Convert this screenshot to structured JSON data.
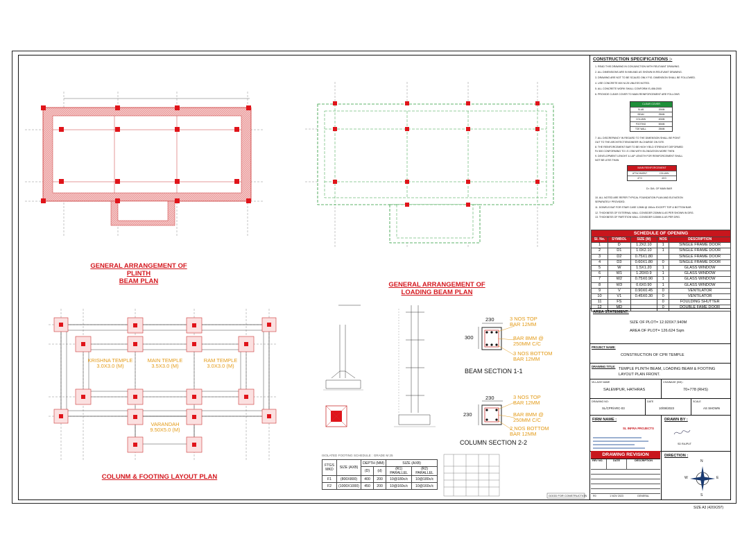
{
  "titles": {
    "plinth": [
      "GENERAL ARRANGEMENT OF PLINTH",
      "BEAM PLAN"
    ],
    "loading": [
      "GENERAL ARRANGEMENT OF",
      "LOADING BEAM PLAN"
    ],
    "footing": "COLUNM & FOOTING LAYOUT PLAN",
    "beam_section": "BEAM SECTION 1-1",
    "column_section": "COLUMN SECTION 2-2"
  },
  "footing_plan": {
    "rooms": [
      {
        "name": "KRISHNA TEMPLE",
        "size": "3.0X3.0 (M)"
      },
      {
        "name": "MAIN TEMPLE",
        "size": "3.5X3.0 (M)"
      },
      {
        "name": "RAM TEMPLE",
        "size": "3.0X3.0 (M)"
      },
      {
        "name": "VARANDAH",
        "size": "9.50X5.0 (M)"
      }
    ]
  },
  "beam_section": {
    "width": "230",
    "depth": "300",
    "top": [
      "3 NOS TOP",
      "BAR 12MM"
    ],
    "stirrup": [
      "BAR 8MM @",
      "250MM C/C"
    ],
    "bottom": [
      "3 NOS BOTTOM",
      "BAR 12MM"
    ]
  },
  "column_section": {
    "width": "230",
    "depth": "230",
    "top": [
      "3 NOS TOP",
      "BAR 12MM"
    ],
    "stirrup": [
      "BAR 8MM @",
      "250MM C/C"
    ],
    "bottom": [
      "2 NOS BOTTOM",
      "BAR 12MM"
    ]
  },
  "footing_schedule": {
    "title": "ISOLATED FOOTING SCHEDULE : GRADE M 25",
    "headers": {
      "mark": "FTGS MKD",
      "size": "SIZE (AXB)",
      "depth": "DEPTH (MM)",
      "d": "(D)",
      "d2": "(d)",
      "bars": "SIZE (AXB)",
      "r1": "(R1) PARALLEL",
      "r2": "(R2) PARALLEL"
    },
    "rows": [
      {
        "mark": "F1",
        "size": "(800X800)",
        "D": "400",
        "d": "200",
        "r1": "10@180c/c",
        "r2": "10@180c/c"
      },
      {
        "mark": "F2",
        "size": "(1000X1000)",
        "D": "450",
        "d": "200",
        "r1": "10@160c/c",
        "r2": "10@160c/c"
      }
    ]
  },
  "specs": {
    "heading": "CONSTRUCTION SPECIFICATIONS :-",
    "lines": [
      "1.  READ THIS DRAWING IN CONJUNCTION WITH RELEVANT DRAWING.",
      "2.  ALL DIMENSIONS ARE IN MM AND AS SHOWN IN RELEVANT DRAWING.",
      "3.  DRAWING ARE NOT TO BE SCALED ONLY FIG. DIMENSION SHALL BE FOLLOWED.",
      "4.  USE CONCRETE MIX M-25 UNLESS NOTED.",
      "5.  ALL CONCRETE WORK SHALL CONFORM IS-456:2000",
      "6.  PROVIDE CLEAR COVER TO MAIN REINFORCEMENT ARE FOLLOWS"
    ],
    "lines2": [
      "7.  ALL DISCREPANCY IN REGARD TO THE DIMENSION SHALL BE POINT",
      "     OUT TO THE ARCHITECT/ENGINEER IN-CHARGE ON SITE.",
      "8.  THE REINFORCEMENT BAR TO BE HIGH YIELD STRENGHT DEFORMED",
      "     Fe 500 CONFORMING TO I.S 1786 WITH ELONGATION MORE THEN",
      "9.  DEVELOPMENT LENGHT & LAP LENGTH FOR REINFORCEMENT SHALL",
      "     NOT BE LESS THAN"
    ],
    "lines3": [
      "10. ALL NOTED ARE REFER TYPICAL FOUNDATION PLAN AND ELEVATION",
      "     SEPARATELY PROVIDED.",
      "11. DOWELS BAT FOR STAIR CASE 12MM @ 150c/c EXCEPT TOP & BOTTOM BAR.",
      "12. THICKNESS OF EXTERNAL WALL CONSIDER 230MM & AS PER SHOWN IN DRG.",
      "13. THICKNESS OF PARTITION WALL CONSIDER 115MM & AS PER DRG."
    ],
    "clear_cover_title": "CLEAR COVER",
    "clear_cover": [
      [
        "SLAB",
        "20MM"
      ],
      [
        "BEAM",
        "25MM"
      ],
      [
        "COLUMN",
        "40MM"
      ],
      [
        "FOOTING",
        "50MM"
      ],
      [
        "TOE WALL",
        "25MM"
      ]
    ],
    "main_reinf_title": "MAIN REINFORCEMENT",
    "main_reinf_cols": [
      "ATTACHMENT",
      "COLUMN"
    ],
    "main_reinf_vals": [
      "47 D",
      "40 D"
    ],
    "dia_note": "D= DIA. OF MAIN BAR"
  },
  "schedule": {
    "title": "SCHEDULE OF OPENING",
    "columns": [
      "Sl. No.",
      "SYMBOL",
      "SIZE (M)",
      "NOS",
      "DESCRIPTION"
    ],
    "rows": [
      [
        "1",
        "D",
        "1.2X2.10",
        "1",
        "SINGLE FRAME DOOR"
      ],
      [
        "2",
        "D1",
        "1.0X2.10",
        "1",
        "SINGLE FRAME DOOR"
      ],
      [
        "3",
        "D2",
        "0.75X1.80",
        "",
        "SINGLE FRAME DOOR"
      ],
      [
        "4",
        "D3",
        "0.60X1.80",
        "0",
        "SINGLE FRAME DOOR"
      ],
      [
        "5",
        "W",
        "1.5X1.20",
        "1",
        "GLASS WINDOW"
      ],
      [
        "6",
        "W1",
        "1.20X0.9",
        "1",
        "GLASS WINDOW"
      ],
      [
        "7",
        "W2",
        "0.75X0.90",
        "1",
        "GLASS WINDOW"
      ],
      [
        "8",
        "W3",
        "0.6X0.90",
        "1",
        "GLASS WINDOW"
      ],
      [
        "9",
        "V",
        "0.90X0.45",
        "0",
        "VENTILATOR"
      ],
      [
        "10",
        "V1",
        "0.45X0.30",
        "0",
        "VENTILATOR"
      ],
      [
        "11",
        "FS",
        "",
        "0",
        "FOULDING SHUTTER"
      ],
      [
        "12",
        "MD",
        "",
        "0",
        "DOUBLE FAME DOOR"
      ]
    ]
  },
  "area": {
    "heading": "AREA STATEMENT:",
    "plot_size": "SIZE OF PLOT= 12.920X7.940M",
    "plot_area": "AREA OF PLOT= 126.624 Sqm"
  },
  "project": {
    "label": "PROJECT NAME:",
    "name": "CONSTRUCTION OF CPR TEMPLE",
    "drawing_label": "DRAWING TITLE:",
    "drawing_title": [
      "TEMPLE PLINTH BEAM, LOADING BEAM & FOOTING",
      "LAYOUT PLAN FRONT."
    ],
    "village_label": "VILLAGE NAME",
    "village": "SALEMPUR, HATHRAS",
    "chainage_label": "CHAINAGE (KM) :",
    "chainage": "70+778 (RHS)",
    "drawing_no_label": "DRAWING NO:",
    "drawing_no": "SL/CPR/ARC-03",
    "date_label": "DATE",
    "date": "10/08/2023",
    "scale_label": "SCALE",
    "scale": "AS SHOWN"
  },
  "firm": {
    "label": "FIRM NAME :",
    "name": "SL INFRA PROJECTS",
    "drawn_label": "DRAWN BY :",
    "drawn_by": "SD RAJPUT",
    "direction_label": "DIRECTION :",
    "compass": {
      "n": "N",
      "s": "S",
      "e": "E",
      "w": "W"
    }
  },
  "revision": {
    "title": "DRAWING REVISION",
    "cols": [
      "REV NO.",
      "DATE",
      "DESCRIPTION"
    ],
    "last_row": [
      "R0",
      "1 NOV 2023",
      "GENERAL"
    ]
  },
  "stamp": "GOOD FOR CONSTRUCTION",
  "sheet_size": "SIZE A3 (420X297)"
}
